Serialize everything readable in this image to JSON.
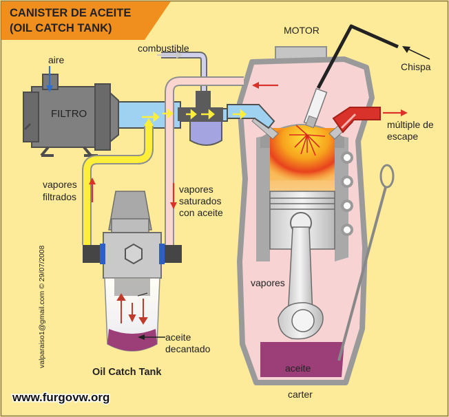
{
  "header": {
    "title_line1": "CANISTER DE ACEITE",
    "title_line2": "(OIL CATCH TANK)"
  },
  "labels": {
    "motor": "MOTOR",
    "chispa": "Chispa",
    "combustible": "combustible",
    "aire": "aire",
    "filtro": "FILTRO",
    "vapores_filtrados_1": "vapores",
    "vapores_filtrados_2": "filtrados",
    "vapores_saturados_1": "vapores",
    "vapores_saturados_2": "saturados",
    "vapores_saturados_3": "con aceite",
    "multiple_1": "múltiple de",
    "multiple_2": "escape",
    "vapores_motor": "vapores",
    "aceite_motor": "aceite",
    "carter": "carter",
    "aceite_decantado_1": "aceite",
    "aceite_decantado_2": "decantado",
    "oil_catch_tank": "Oil Catch Tank"
  },
  "credits": {
    "vertical": "valparaiso1@gmail.com ©  29/07/2008",
    "website": "www.furgovw.org"
  },
  "colors": {
    "background": "#fdeb9a",
    "engine_block": "#f7d3d3",
    "engine_outline": "#9a9a9a",
    "combustion": "#f39a1a",
    "oil": "#9c3f78",
    "filtered_hose": "#ffef3a",
    "saturated_hose": "#fbd5cf",
    "intake_duct": "#9ed2f0",
    "arrow_red": "#d8322a",
    "title_band": "#f08f1d"
  }
}
